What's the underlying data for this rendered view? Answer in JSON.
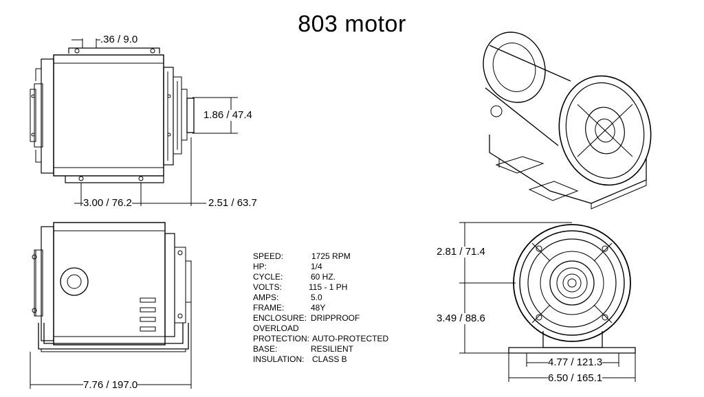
{
  "title": "803 motor",
  "dimensions": {
    "shaft_offset": ".36 / 9.0",
    "shaft_diameter": "1.86 / 47.4",
    "body_length": "3.00 / 76.2",
    "shaft_length": "2.51 / 63.7",
    "overall_length": "7.76 / 197.0",
    "upper_height": "2.81 / 71.4",
    "lower_height": "3.49 / 88.6",
    "base_mount_width": "4.77 / 121.3",
    "base_overall_width": "6.50 / 165.1"
  },
  "specs": [
    {
      "label": "SPEED:",
      "value": "1725 RPM"
    },
    {
      "label": "HP:",
      "value": "1/4"
    },
    {
      "label": "CYCLE:",
      "value": "60 HZ."
    },
    {
      "label": "VOLTS:",
      "value": "115 - 1 PH"
    },
    {
      "label": "AMPS:",
      "value": "5.0"
    },
    {
      "label": "FRAME:",
      "value": "48Y"
    },
    {
      "label": "ENCLOSURE:",
      "value": "DRIPPROOF"
    },
    {
      "label": "OVERLOAD",
      "value": ""
    },
    {
      "label": "PROTECTION:",
      "value": "AUTO-PROTECTED"
    },
    {
      "label": "BASE:",
      "value": "RESILIENT"
    },
    {
      "label": "INSULATION:",
      "value": "CLASS B"
    }
  ]
}
